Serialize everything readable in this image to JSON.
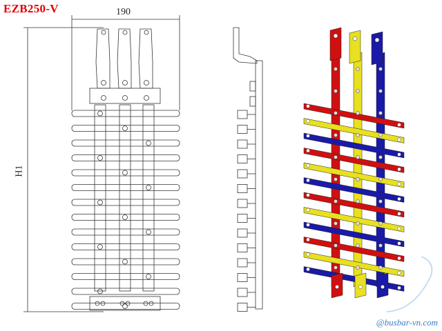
{
  "title": "EZB250-V",
  "dimensions": {
    "width_label": "190",
    "height_label": "H1"
  },
  "watermark": "@busbar-vn.com",
  "colors": {
    "title": "#e00000",
    "phase_a": "#d01010",
    "phase_b": "#e8e020",
    "phase_c": "#1a1aa8",
    "line": "#333333"
  }
}
